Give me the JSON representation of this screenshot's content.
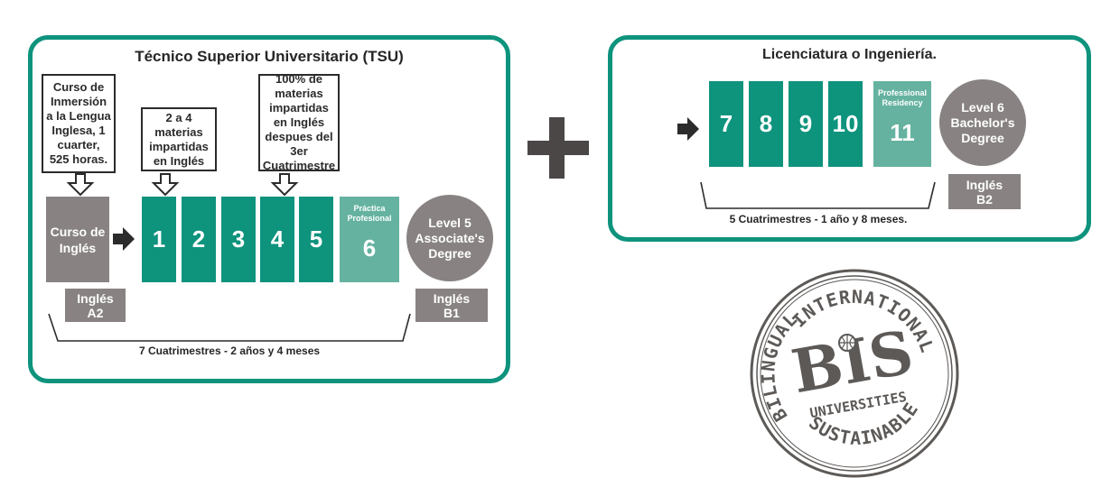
{
  "colors": {
    "teal": "#0e937d",
    "teal_light": "#65b2a0",
    "gray": "#888382",
    "dark": "#2b2b2b",
    "plus": "#4a4746"
  },
  "tsu": {
    "title": "Técnico Superior Universitario (TSU)",
    "notes": [
      "Curso de Inmersión a la Lengua Inglesa, 1 cuarter, 525 horas.",
      "2 a 4 materias impartidas en Inglés",
      "100% de materias impartidas en Inglés despues del 3er Cuatrimestre"
    ],
    "english_course": "Curso de Inglés",
    "semesters": [
      "1",
      "2",
      "3",
      "4",
      "5"
    ],
    "practice": {
      "label": "Práctica Profesional",
      "number": "6"
    },
    "level": "Level 5 Associate's Degree",
    "english_start": "Inglés A2",
    "english_end": "Inglés B1",
    "duration": "7 Cuatrimestres - 2 años y 4 meses"
  },
  "plus_icon": "plus-icon",
  "licenciatura": {
    "title": "Licenciatura o Ingeniería.",
    "semesters": [
      "7",
      "8",
      "9",
      "10"
    ],
    "practice": {
      "label": "Professional Residency",
      "number": "11"
    },
    "level": "Level 6 Bachelor's Degree",
    "english_end": "Inglés B2",
    "duration": "5 Cuatrimestres - 1 año y 8 meses."
  },
  "seal": {
    "top": "INTERNATIONAL",
    "left": "BILINGUAL",
    "bottom": "SUSTAINABLE",
    "logo": "BIS",
    "subtitle": "UNIVERSITIES"
  }
}
